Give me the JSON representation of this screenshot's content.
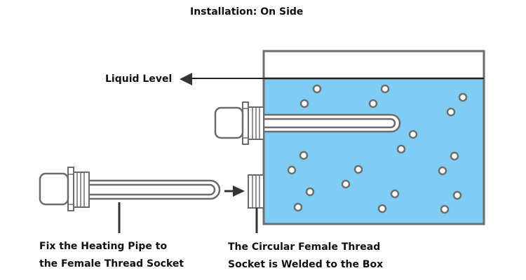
{
  "title": "Installation: On Side",
  "labels": {
    "liquid_level": "Liquid Level",
    "left_caption_line1": "Fix the Heating Pipe to",
    "left_caption_line2": "the Female Thread Socket",
    "right_caption_line1": "The Circular Female Thread",
    "right_caption_line2": "Socket is Welded to the Box"
  },
  "colors": {
    "liquid": "#7fcdf4",
    "outline": "#6b6b6b",
    "arrow": "#333333",
    "text": "#111111"
  },
  "components": [
    {
      "name": "tank-box",
      "description": "Open box partially filled with liquid"
    },
    {
      "name": "installed-heating-pipe",
      "description": "U-shaped immersion heater inserted through the side of the box"
    },
    {
      "name": "detached-heating-pipe",
      "description": "Heating pipe shown before fixing"
    },
    {
      "name": "female-thread-socket",
      "description": "Circular female thread socket welded to the box"
    }
  ],
  "bubble_count": 20
}
